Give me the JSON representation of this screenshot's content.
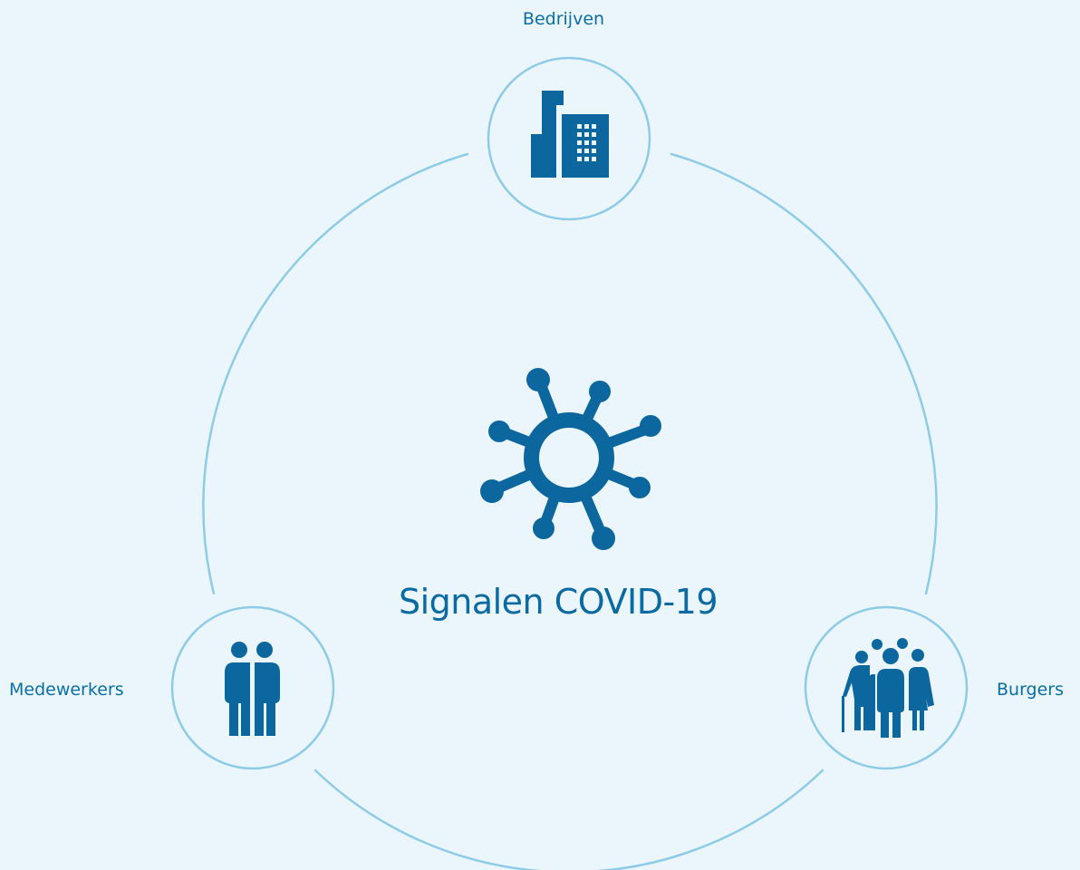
{
  "title": "Signalen COVID-19",
  "nodes": [
    {
      "label": "Bedrijven",
      "icon": "building-icon"
    },
    {
      "label": "Medewerkers",
      "icon": "two-people-icon"
    },
    {
      "label": "Burgers",
      "icon": "group-of-people-icon"
    }
  ],
  "center_icon": "virus-icon",
  "colors": {
    "background": "#eaf6fc",
    "ring": "#8ecbe6",
    "icon": "#0b679e",
    "text": "#0b6fa4"
  }
}
